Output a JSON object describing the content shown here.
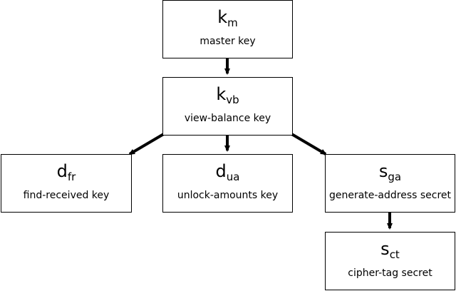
{
  "nodes": {
    "km": {
      "symbol": "k",
      "sub": "m",
      "label": "master key"
    },
    "kvb": {
      "symbol": "k",
      "sub": "vb",
      "label": "view-balance key"
    },
    "dfr": {
      "symbol": "d",
      "sub": "fr",
      "label": "find-received key"
    },
    "dua": {
      "symbol": "d",
      "sub": "ua",
      "label": "unlock-amounts key"
    },
    "sga": {
      "symbol": "s",
      "sub": "ga",
      "label": "generate-address secret"
    },
    "sct": {
      "symbol": "s",
      "sub": "ct",
      "label": "cipher-tag secret"
    }
  },
  "edges": [
    {
      "from": "km",
      "to": "kvb"
    },
    {
      "from": "kvb",
      "to": "dfr"
    },
    {
      "from": "kvb",
      "to": "dua"
    },
    {
      "from": "kvb",
      "to": "sga"
    },
    {
      "from": "sga",
      "to": "sct"
    }
  ],
  "colors": {
    "stroke": "#000000",
    "background": "#ffffff"
  }
}
